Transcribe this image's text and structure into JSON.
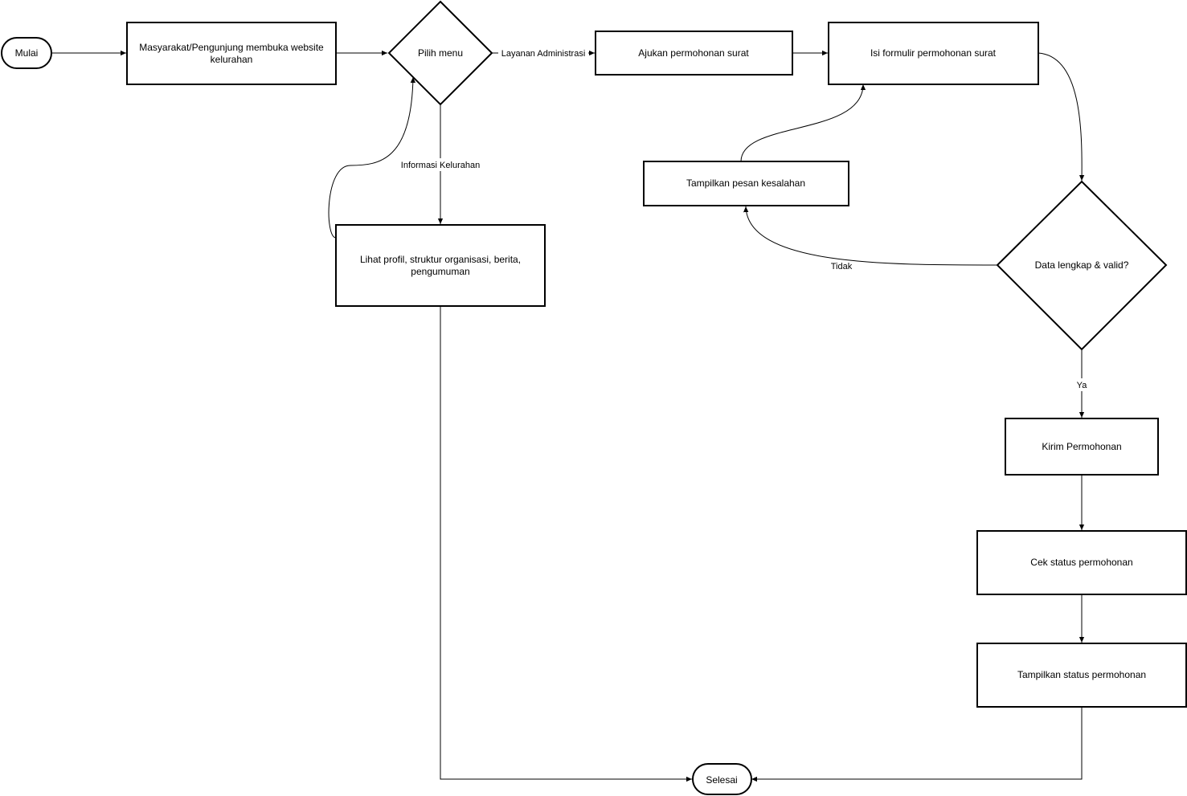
{
  "nodes": {
    "start": "Mulai",
    "open_website": [
      "Masyarakat/Pengunjung membuka website",
      "kelurahan"
    ],
    "choose_menu": "Pilih menu",
    "view_profile": [
      "Lihat profil, struktur organisasi, berita,",
      "pengumuman"
    ],
    "submit_request": "Ajukan permohonan surat",
    "fill_form": "Isi formulir permohonan surat",
    "show_error": "Tampilkan pesan kesalahan",
    "data_valid": "Data lengkap & valid?",
    "send_request": "Kirim Permohonan",
    "check_status": "Cek status permohonan",
    "show_status": "Tampilkan status permohonan",
    "end": "Selesai"
  },
  "edge_labels": {
    "layanan": "Layanan Administrasi",
    "informasi": "Informasi Kelurahan",
    "tidak": "Tidak",
    "ya": "Ya"
  }
}
